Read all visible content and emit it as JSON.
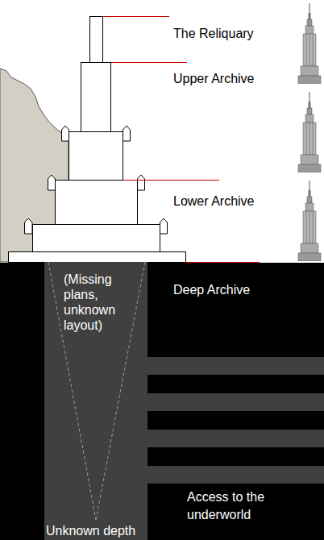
{
  "diagram": {
    "nodes": [
      {
        "text": [
          "(Missing plans, unknown layout)",
          "Unknown depth"
        ]
      }
    ],
    "labels": [
      "The Reliquary",
      "Upper Archive",
      "Lower Archive",
      "Deep Archive",
      "Access to the underworld"
    ]
  }
}
